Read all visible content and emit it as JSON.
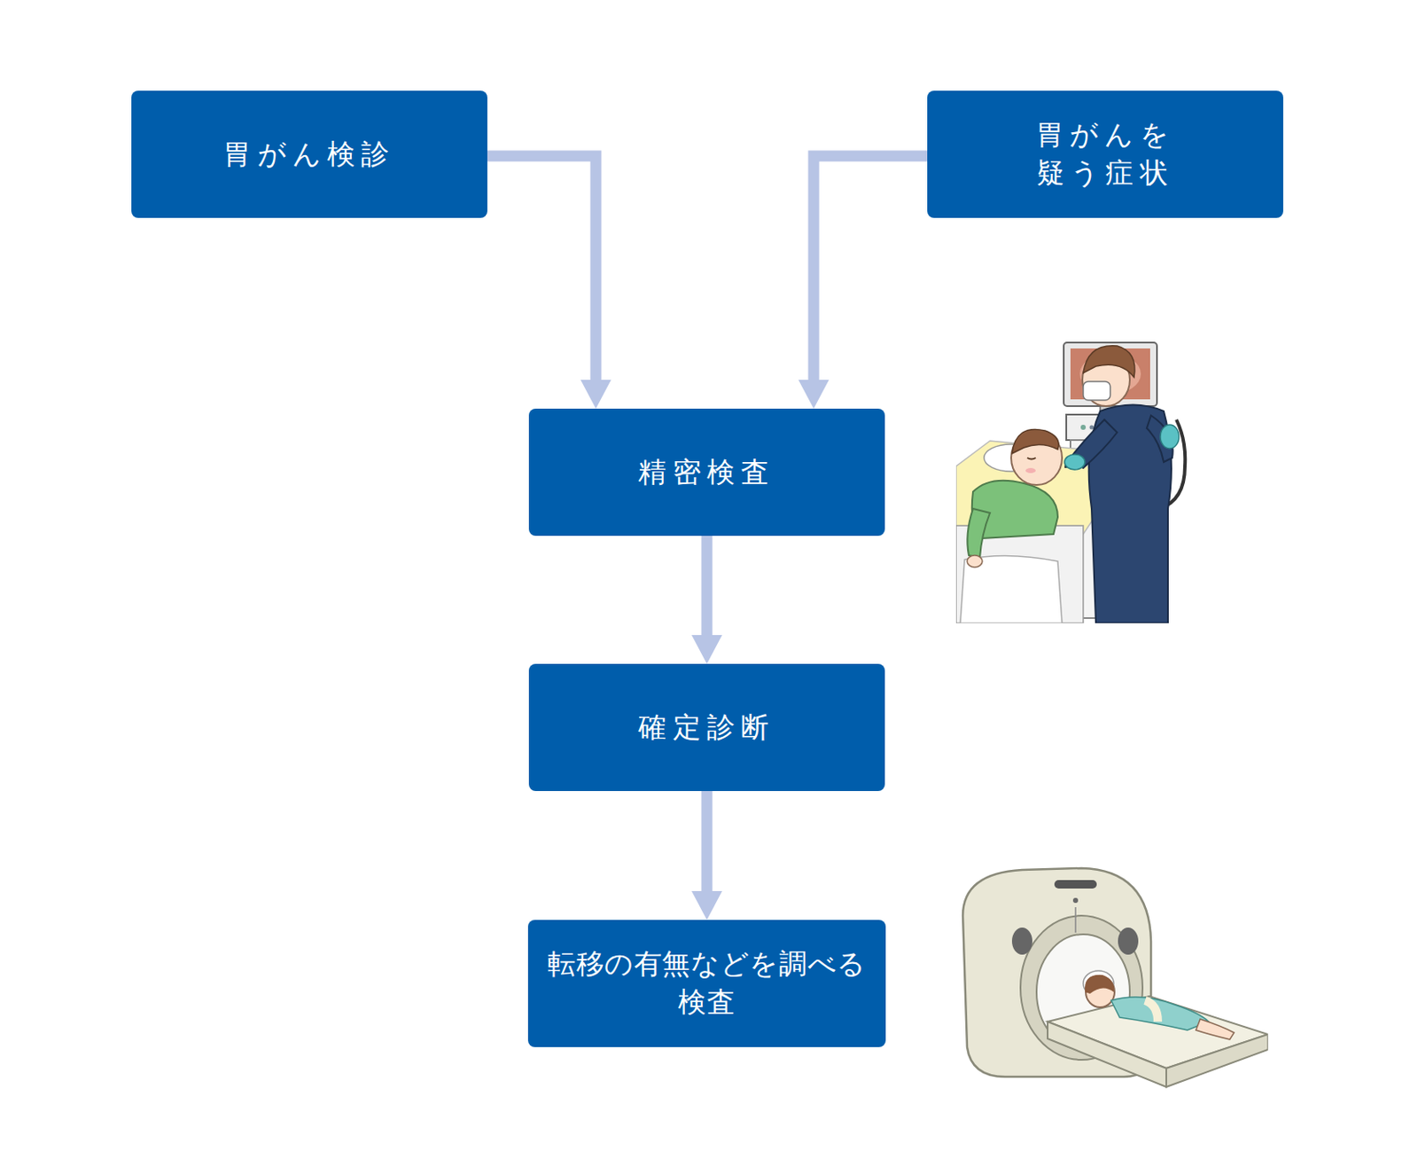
{
  "diagram": {
    "nodes": [
      {
        "text": [
          "胃がん検診"
        ]
      },
      {
        "text": [
          "胃がんを 疑う症状"
        ]
      },
      {
        "text": [
          "精密検査"
        ]
      },
      {
        "text": [
          "確定診断"
        ]
      },
      {
        "text": [
          "転移の有無などを調べる 検査"
        ]
      }
    ],
    "edges": [
      {
        "from": 0,
        "to": 2,
        "arrow": "to"
      },
      {
        "from": 1,
        "to": 2,
        "arrow": "to"
      },
      {
        "from": 2,
        "to": 3,
        "arrow": "to"
      },
      {
        "from": 3,
        "to": 4,
        "arrow": "to"
      }
    ]
  }
}
